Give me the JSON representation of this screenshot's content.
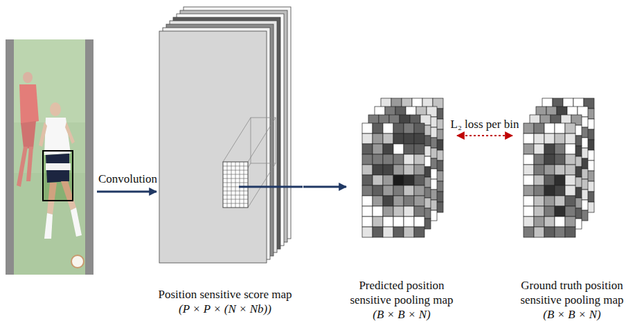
{
  "diagram": {
    "nodes": [
      {
        "text": [
          "Position sensitive score map",
          "(P × P × (N × Nb))"
        ]
      },
      {
        "text": [
          "Predicted position sensitive pooling map",
          "(B × B × N)"
        ]
      },
      {
        "text": [
          "Ground truth position sensitive pooling map",
          "(B × B × N)"
        ]
      }
    ],
    "edges": [
      {
        "from": 0,
        "to": 1,
        "arrow": "to"
      },
      {
        "from": 1,
        "to": 2,
        "arrow": "both",
        "label": "L₂ loss per bin"
      }
    ],
    "labels": [
      "Convolution"
    ]
  }
}
